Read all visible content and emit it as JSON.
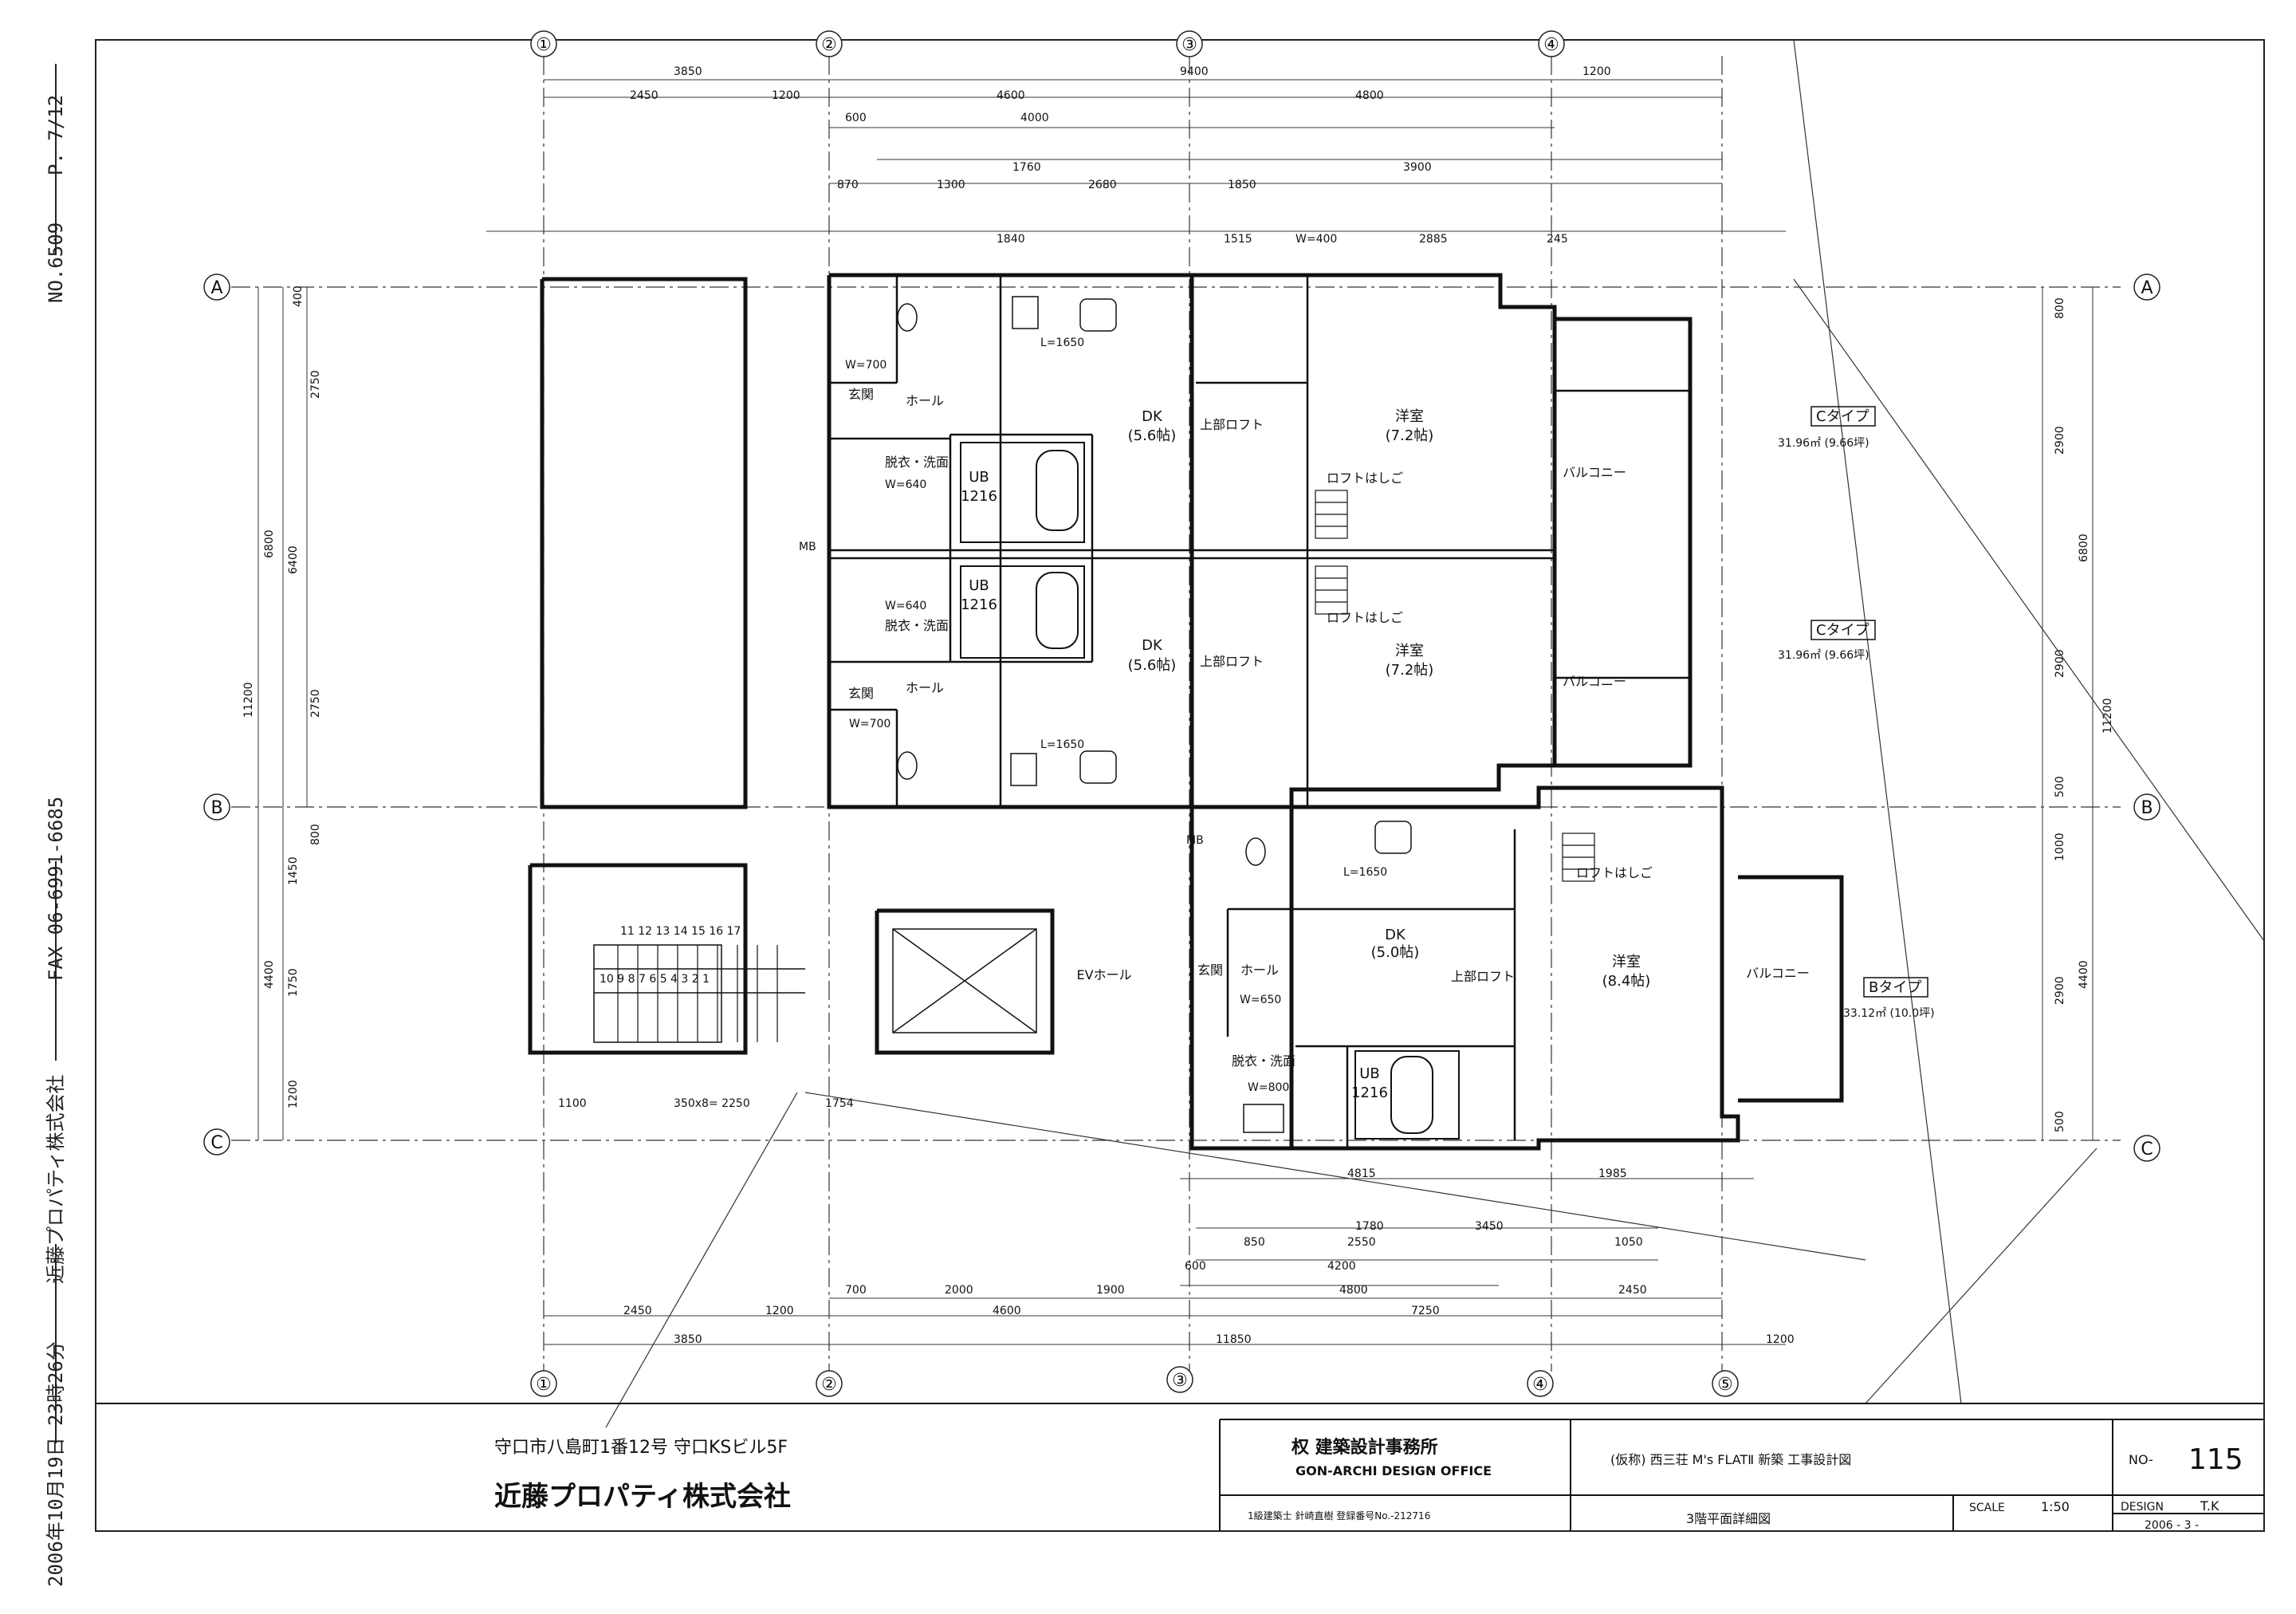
{
  "fax_header": {
    "date_time": "2006年10月19日 23時26分",
    "sender": "近藤プロパティ株式会社",
    "fax": "FAX 06-6991-6685",
    "number": "NO.6509",
    "page": "P. 7/12"
  },
  "grid_axes": {
    "columns": [
      "①",
      "②",
      "③",
      "④",
      "⑤"
    ],
    "rows": [
      "A",
      "B",
      "C"
    ]
  },
  "dimensions_top": {
    "row1": [
      "3850",
      "9400",
      "1200"
    ],
    "row2": [
      "2450",
      "1200",
      "4600",
      "4800"
    ],
    "row3": [
      "600",
      "4000"
    ],
    "row4": [
      "1760",
      "3900"
    ],
    "row5": [
      "870",
      "1300",
      "2680",
      "1850"
    ],
    "row6": [
      "1840",
      "1515",
      "W=400",
      "2885",
      "245"
    ]
  },
  "dimensions_bottom": {
    "row1": [
      "4815",
      "1985"
    ],
    "row2": [
      "1780",
      "3450"
    ],
    "row3": [
      "850",
      "2550",
      "1050"
    ],
    "row4": [
      "600",
      "4200"
    ],
    "row5": [
      "700",
      "2000",
      "1900",
      "4800",
      "2450"
    ],
    "row6": [
      "2450",
      "1200",
      "4600",
      "7250"
    ],
    "row7": [
      "3850",
      "11850",
      "1200"
    ]
  },
  "dimensions_left": [
    "400",
    "2750",
    "6400",
    "6800",
    "11200",
    "2750",
    "800",
    "1450",
    "4400",
    "1750",
    "1200"
  ],
  "dimensions_right": [
    "800",
    "2900",
    "6800",
    "2900",
    "11200",
    "500",
    "1000",
    "4400",
    "2900",
    "500"
  ],
  "rooms": {
    "dk_upper": {
      "name": "DK",
      "size": "(5.6帖)"
    },
    "dk_middle": {
      "name": "DK",
      "size": "(5.6帖)"
    },
    "dk_lower": {
      "name": "DK",
      "size": "(5.0帖)"
    },
    "yoshitsu_upper": {
      "name": "洋室",
      "size": "(7.2帖)"
    },
    "yoshitsu_middle": {
      "name": "洋室",
      "size": "(7.2帖)"
    },
    "yoshitsu_lower": {
      "name": "洋室",
      "size": "(8.4帖)"
    },
    "ub_upper": {
      "name": "UB",
      "size": "1216"
    },
    "ub_middle": {
      "name": "UB",
      "size": "1216"
    },
    "ub_lower": {
      "name": "UB",
      "size": "1216"
    },
    "balcony_upper": "バルコニー",
    "balcony_middle": "バルコニー",
    "balcony_lower": "バルコニー",
    "ev_hall": "EVホール",
    "genkan_upper": "玄関",
    "genkan_middle": "玄関",
    "genkan_lower": "玄関",
    "hall_upper": "ホール",
    "hall_middle": "ホール",
    "hall_lower": "ホール",
    "senmen_upper": "脱衣・洗面",
    "senmen_middle": "脱衣・洗面",
    "senmen_lower": "脱衣・洗面",
    "loft_label": "上部ロフト",
    "loft_ladder": "ロフトはしご"
  },
  "unit_types": {
    "c_upper": {
      "name": "Cタイプ",
      "area": "31.96㎡ (9.66坪)"
    },
    "c_lower": {
      "name": "Cタイプ",
      "area": "31.96㎡ (9.66坪)"
    },
    "b": {
      "name": "Bタイプ",
      "area": "33.12㎡ (10.0坪)"
    }
  },
  "fixture_labels": {
    "l1650_upper": "L=1650",
    "l1650_middle": "L=1650",
    "l1650_lower": "L=1650",
    "w700_upper": "W=700",
    "w700_lower": "W=700",
    "w640_upper": "W=640",
    "w640_lower": "W=640",
    "w800": "W=800",
    "w650": "W=650",
    "mb_upper": "MB",
    "mb_lower": "MB",
    "stair_upper": "11 12 13 14 15 16 17",
    "stair_lower": "10  9  8  7  6  5  4  3  2  1",
    "stair_dim": "350x8= 2250",
    "d1100": "1100",
    "d1754": "1754"
  },
  "title_block": {
    "client_address": "守口市八島町1番12号 守口KSビル5F",
    "client_name": "近藤プロパティ株式会社",
    "office_name": "权 建築設計事務所",
    "office_name_en": "GON-ARCHI DESIGN OFFICE",
    "architect": "1級建築士 針崎直樹  登録番号No.-212716",
    "project": "(仮称) 西三荘 M's FLATⅡ 新築 工事設計図",
    "drawing_title": "3階平面詳細図",
    "no_label": "NO-",
    "no_value": "115",
    "scale_label": "SCALE",
    "scale_value": "1:50",
    "design_label": "DESIGN",
    "design_value": "T.K",
    "date_value": "2006 - 3 -"
  }
}
